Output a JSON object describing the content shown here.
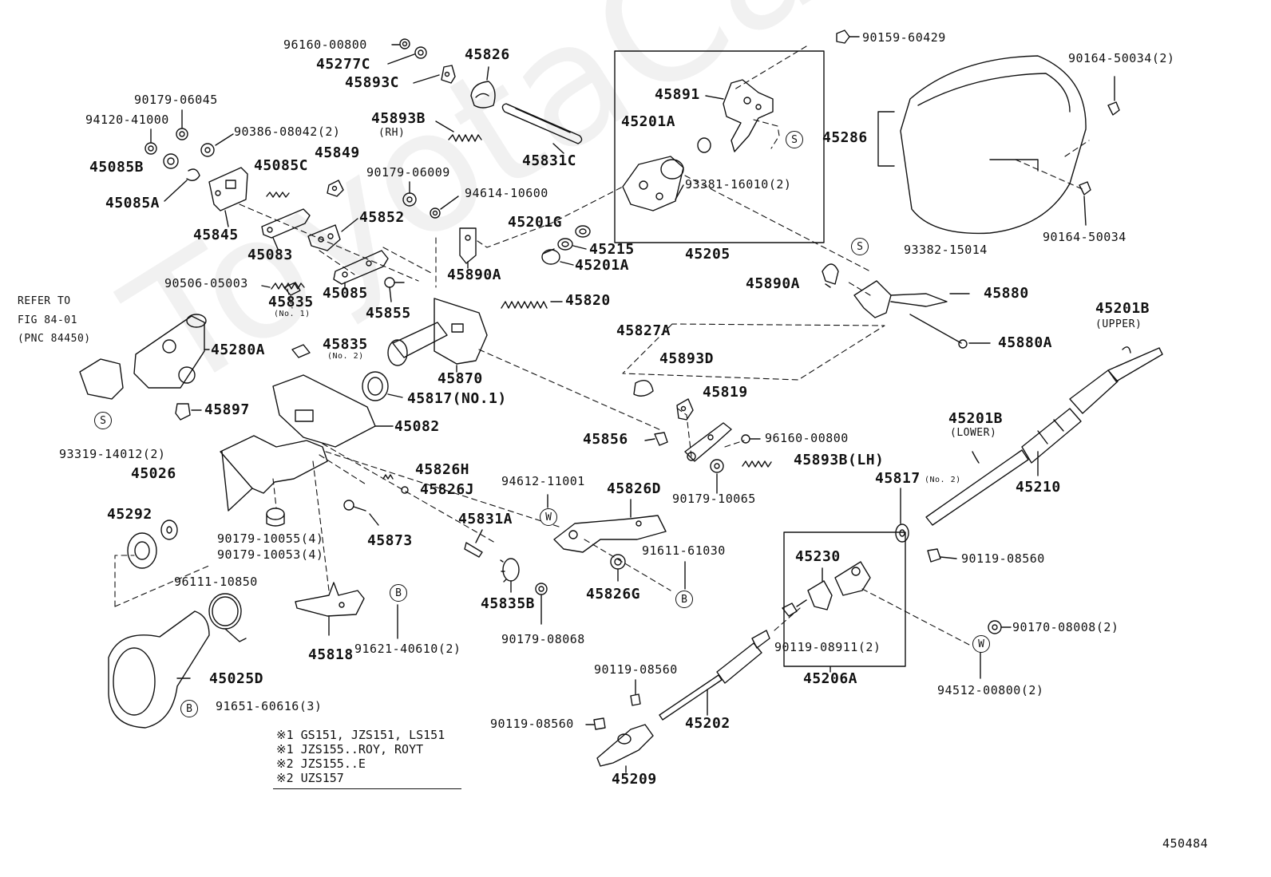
{
  "watermark": "ToyotaCarMine.ru",
  "figure_id": "450484",
  "reference": {
    "line1": "REFER TO",
    "line2": "FIG 84-01",
    "line3": "(PNC 84450)"
  },
  "notes": [
    "※1 GS151, JZS151, LS151",
    "※1 JZS155..ROY, ROYT",
    "※2 JZS155..E",
    "※2 UZS157"
  ],
  "labels": {
    "p96160_00800_top": "96160-00800",
    "p45277C": "45277C",
    "p45893C": "45893C",
    "p45826": "45826",
    "p90179_06045": "90179-06045",
    "p94120_41000": "94120-41000",
    "p90386_08042": "90386-08042(2)",
    "p45893B": "45893B",
    "p45893B_rh": "(RH)",
    "p45085B": "45085B",
    "p45831C": "45831C",
    "p45085C": "45085C",
    "p45849": "45849",
    "p90179_06009": "90179-06009",
    "p94614_10600": "94614-10600",
    "p45085A": "45085A",
    "p45852": "45852",
    "p45201G": "45201G",
    "p45845": "45845",
    "p45083": "45083",
    "p45215": "45215",
    "p45890A_left": "45890A",
    "p45201A_bottom": "45201A",
    "p90506_05003": "90506-05003",
    "p45835_no1": "45835",
    "p45835_no1_sub": "(No. 1)",
    "p45085": "45085",
    "p45855": "45855",
    "p45820": "45820",
    "p45835_no2": "45835",
    "p45835_no2_sub": "(No. 2)",
    "p45280A": "45280A",
    "p45870": "45870",
    "p45817_no1": "45817(NO.1)",
    "p45897": "45897",
    "p93319_14012": "93319-14012(2)",
    "p45082": "45082",
    "p45026": "45026",
    "p45292": "45292",
    "p45826H": "45826H",
    "p45826J": "45826J",
    "p94612_11001": "94612-11001",
    "p45826D": "45826D",
    "p45873": "45873",
    "p90179_10055": "90179-10055(4)",
    "p90179_10053": "90179-10053(4)",
    "p96111_10850": "96111-10850",
    "p45831A": "45831A",
    "p45835B": "45835B",
    "p45826G": "45826G",
    "p91611_61030": "91611-61030",
    "p90179_08068": "90179-08068",
    "p45818": "45818",
    "p91621_40610": "91621-40610(2)",
    "p45025D": "45025D",
    "p91651_60616": "91651-60616(3)",
    "p45891": "45891",
    "p45201A_top": "45201A",
    "p93381_16010": "93381-16010(2)",
    "p45205": "45205",
    "p90159_60429": "90159-60429",
    "p90164_50034_2": "90164-50034(2)",
    "p45286": "45286",
    "p90164_50034": "90164-50034",
    "p93382_15014": "93382-15014",
    "p45890A_right": "45890A",
    "p45880": "45880",
    "p45880A": "45880A",
    "p45827A": "45827A",
    "p45893D": "45893D",
    "p45819": "45819",
    "p45856": "45856",
    "p96160_00800_mid": "96160-00800",
    "p45893B_lh": "45893B(LH)",
    "p90179_10065": "90179-10065",
    "p45201B_upper": "45201B",
    "p45201B_upper_sub": "(UPPER)",
    "p45201B_lower": "45201B",
    "p45201B_lower_sub": "(LOWER)",
    "p45210": "45210",
    "p45817_no2": "45817",
    "p45817_no2_sub": "(No. 2)",
    "p90119_08560_right": "90119-08560",
    "p45230": "45230",
    "p90119_08911": "90119-08911(2)",
    "p45206A": "45206A",
    "p90170_08008": "90170-08008(2)",
    "p94512_00800": "94512-00800(2)",
    "p90119_08560_mid": "90119-08560",
    "p90119_08560_left": "90119-08560",
    "p45202": "45202",
    "p45209": "45209"
  },
  "badges": {
    "s_93319": "S",
    "s_93381": "S",
    "s_93382": "S",
    "w_94612": "W",
    "w_94512": "W",
    "b_91621": "B",
    "b_91611": "B",
    "b_91651": "B"
  }
}
